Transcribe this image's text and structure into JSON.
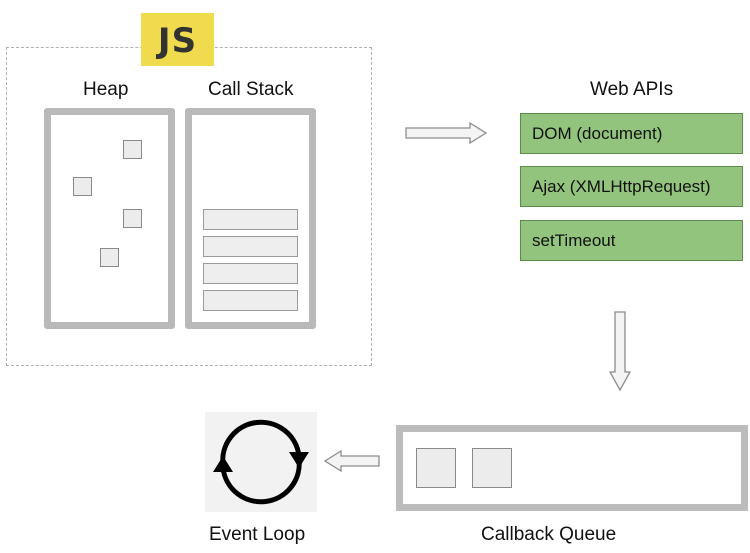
{
  "logo": {
    "text": "JS"
  },
  "heap": {
    "title": "Heap"
  },
  "call_stack": {
    "title": "Call Stack"
  },
  "web_apis": {
    "title": "Web APIs",
    "items": [
      "DOM (document)",
      "Ajax (XMLHttpRequest)",
      "setTimeout"
    ]
  },
  "callback_queue": {
    "title": "Callback Queue"
  },
  "event_loop": {
    "title": "Event Loop"
  },
  "colors": {
    "js_logo": "#f0db4f",
    "api_box": "#93c47d",
    "panel_border": "#b9b9b9"
  }
}
